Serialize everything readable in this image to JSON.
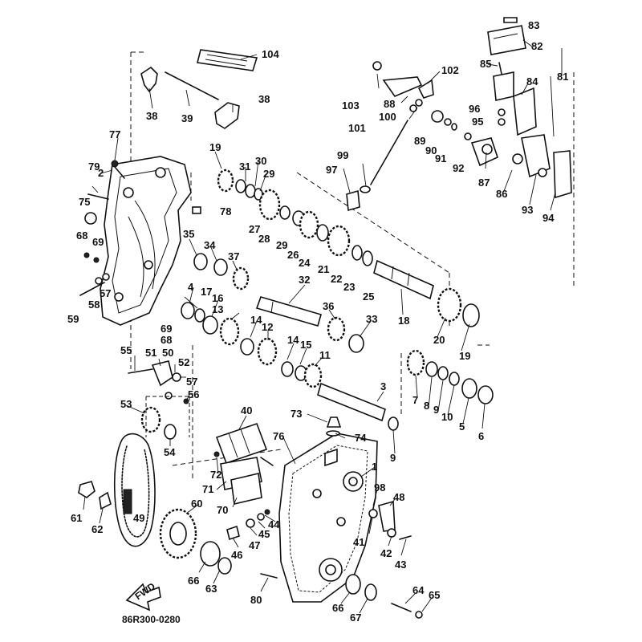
{
  "diagram": {
    "catalog_code": "86R300-0280",
    "arrow_label": "FWD",
    "callouts": [
      "1",
      "2",
      "3",
      "4",
      "5",
      "6",
      "7",
      "8",
      "9",
      "10",
      "11",
      "12",
      "13",
      "14",
      "15",
      "16",
      "17",
      "18",
      "19",
      "20",
      "21",
      "22",
      "23",
      "24",
      "25",
      "26",
      "27",
      "28",
      "29",
      "30",
      "31",
      "32",
      "33",
      "34",
      "35",
      "36",
      "37",
      "38",
      "39",
      "40",
      "41",
      "42",
      "43",
      "44",
      "45",
      "46",
      "47",
      "48",
      "49",
      "50",
      "51",
      "52",
      "53",
      "54",
      "55",
      "56",
      "57",
      "58",
      "59",
      "60",
      "61",
      "62",
      "63",
      "64",
      "65",
      "66",
      "67",
      "68",
      "69",
      "70",
      "71",
      "72",
      "73",
      "74",
      "75",
      "76",
      "77",
      "78",
      "79",
      "80",
      "81",
      "82",
      "83",
      "84",
      "85",
      "86",
      "87",
      "88",
      "89",
      "90",
      "91",
      "92",
      "93",
      "94",
      "95",
      "96",
      "97",
      "98",
      "99",
      "100",
      "101",
      "102",
      "103",
      "104"
    ]
  }
}
